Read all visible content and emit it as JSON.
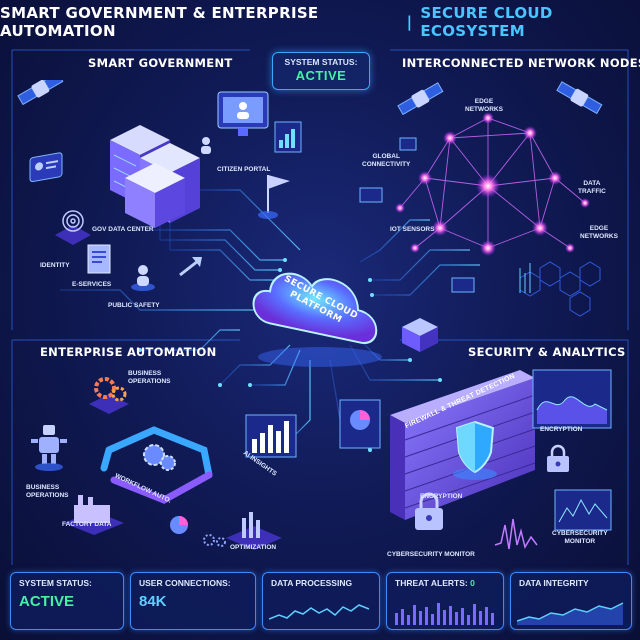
{
  "header": {
    "title": "SMART GOVERNMENT & ENTERPRISE AUTOMATION",
    "separator": "|",
    "subtitle": "SECURE CLOUD ECOSYSTEM"
  },
  "sections": {
    "smart_government": "SMART GOVERNMENT",
    "network_nodes": "INTERCONNECTED NETWORK NODES",
    "enterprise_automation": "ENTERPRISE AUTOMATION",
    "security_analytics": "SECURITY & ANALYTICS"
  },
  "status_top": {
    "label": "SYSTEM STATUS:",
    "value": "ACTIVE"
  },
  "cloud": {
    "line1": "SECURE CLOUD",
    "line2": "PLATFORM"
  },
  "gov_labels": {
    "citizen_portal": "CITIZEN PORTAL",
    "data_center": "GOV DATA CENTER",
    "identity": "IDENTITY",
    "e_services": "E-SERVICES",
    "public_safety": "PUBLIC SAFETY"
  },
  "network_labels": {
    "edge_networks_top": "EDGE\nNETWORKS",
    "global_connectivity": "GLOBAL\nCONNECTIVITY",
    "data_traffic": "DATA\nTRAFFIC",
    "iot_sensors": "IOT SENSORS",
    "edge_networks_right": "EDGE\nNETWORKS"
  },
  "enterprise_labels": {
    "business_operations_top": "BUSINESS\nOPERATIONS",
    "business_operations_left": "BUSINESS\nOPERATIONS",
    "workflow": "WORKFLOW AUTO.",
    "ai_insights": "AI INSIGHTS",
    "factory_data": "FACTORY DATA",
    "optimization": "OPTIMIZATION"
  },
  "security_labels": {
    "firewall": "FIREWALL & THREAT DETECTION",
    "encryption_top": "ENCRYPTION",
    "encryption_mid": "ENCRYPTION",
    "cybersecurity_monitor": "CYBERSECURITY MONITOR",
    "cybersecurity_monitor_right": "CYBERSECURITY\nMONITOR"
  },
  "footer": {
    "system_status": {
      "label": "SYSTEM STATUS:",
      "value": "ACTIVE"
    },
    "user_connections": {
      "label": "USER CONNECTIONS:",
      "value": "84K"
    },
    "data_processing": {
      "label": "DATA PROCESSING"
    },
    "threat_alerts": {
      "label": "THREAT ALERTS:",
      "value": "0"
    },
    "data_integrity": {
      "label": "DATA INTEGRITY"
    }
  },
  "colors": {
    "accent_cyan": "#3fd3ff",
    "active_green": "#46f0a4",
    "node_pink": "#ff4fd8",
    "panel_border": "#3a8bff",
    "cloud_purple": "#7a4dff"
  },
  "icons": [
    "satellite-icon",
    "server-rack-icon",
    "monitor-icon",
    "fingerprint-icon",
    "document-icon",
    "person-icon",
    "cloud-icon",
    "gear-icon",
    "robot-icon",
    "factory-icon",
    "bar-chart-icon",
    "pie-chart-icon",
    "shield-icon",
    "padlock-icon",
    "firewall-icon",
    "flag-icon"
  ]
}
